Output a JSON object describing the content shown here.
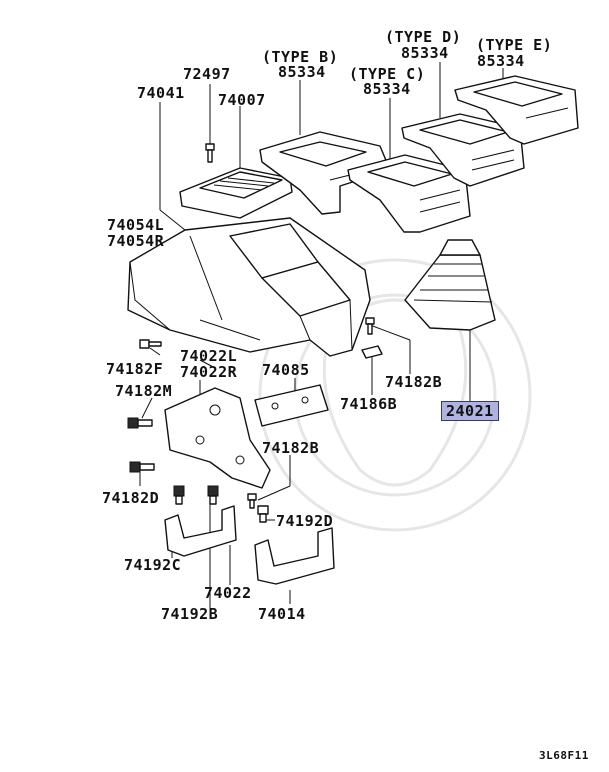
{
  "labels": {
    "p72497": "72497",
    "p74041": "74041",
    "p74007": "74007",
    "type_b": "(TYPE B)",
    "p85334_b": "85334",
    "type_c": "(TYPE C)",
    "p85334_c": "85334",
    "type_d": "(TYPE D)",
    "p85334_d": "85334",
    "type_e": "(TYPE E)",
    "p85334_e": "85334",
    "p74054l": "74054L",
    "p74054r": "74054R",
    "p74182f": "74182F",
    "p74022l": "74022L",
    "p74022r": "74022R",
    "p74182m": "74182M",
    "p74085": "74085",
    "p74182b_1": "74182B",
    "p74186b": "74186B",
    "p24021": "24021",
    "p74182b_2": "74182B",
    "p74182d": "74182D",
    "p74192d": "74192D",
    "p74192c": "74192C",
    "p74022": "74022",
    "p74192b": "74192B",
    "p74014": "74014"
  },
  "highlighted_part": "24021",
  "highlight_color": "#aeb3e0",
  "diagram_code": "3L68F11"
}
